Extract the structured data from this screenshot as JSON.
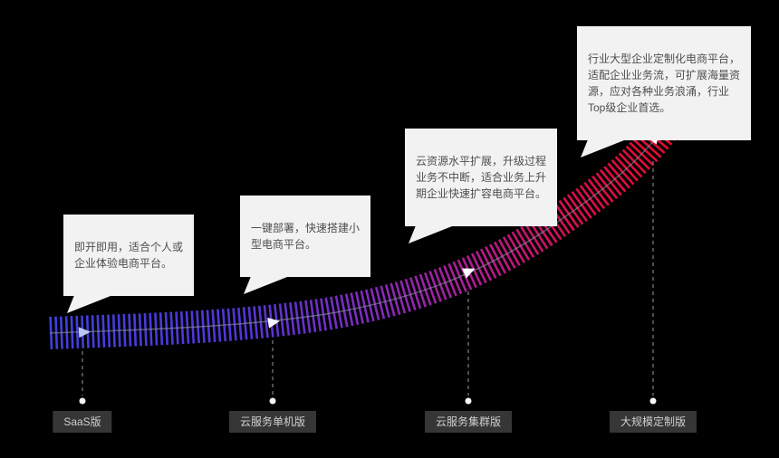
{
  "background": "#000000",
  "curve": {
    "band_colors": [
      {
        "color": "#4040de"
      },
      {
        "color": "#5136d9"
      },
      {
        "color": "#8629bb"
      },
      {
        "color": "#b31b8e"
      },
      {
        "color": "#d90f4f"
      },
      {
        "color": "#e60b2b"
      }
    ],
    "center_line_color": "rgba(134,142,160,0.65)",
    "connector_color": "#6e6e6e",
    "dot_color": "#f7f7f7"
  },
  "stages": [
    {
      "name": "SaaS版",
      "callout": "即开即用，适合个人或\n企业体验电商平台。",
      "marker_color": "#bdc7f0"
    },
    {
      "name": "云服务单机版",
      "callout": "一键部署，快速搭建小\n型电商平台。",
      "marker_color": "#f2f5ff"
    },
    {
      "name": "云服务集群版",
      "callout": "云资源水平扩展，升级过程\n业务不中断，适合业务上升\n期企业快速扩容电商平台。",
      "marker_color": "#ffffff"
    },
    {
      "name": "大规模定制版",
      "callout": "行业大型企业定制化电商平台，\n适配企业业务流，可扩展海量资\n源，应对各种业务浪涌，行业\nTop级企业首选。",
      "marker_color": "#ffffff"
    }
  ]
}
